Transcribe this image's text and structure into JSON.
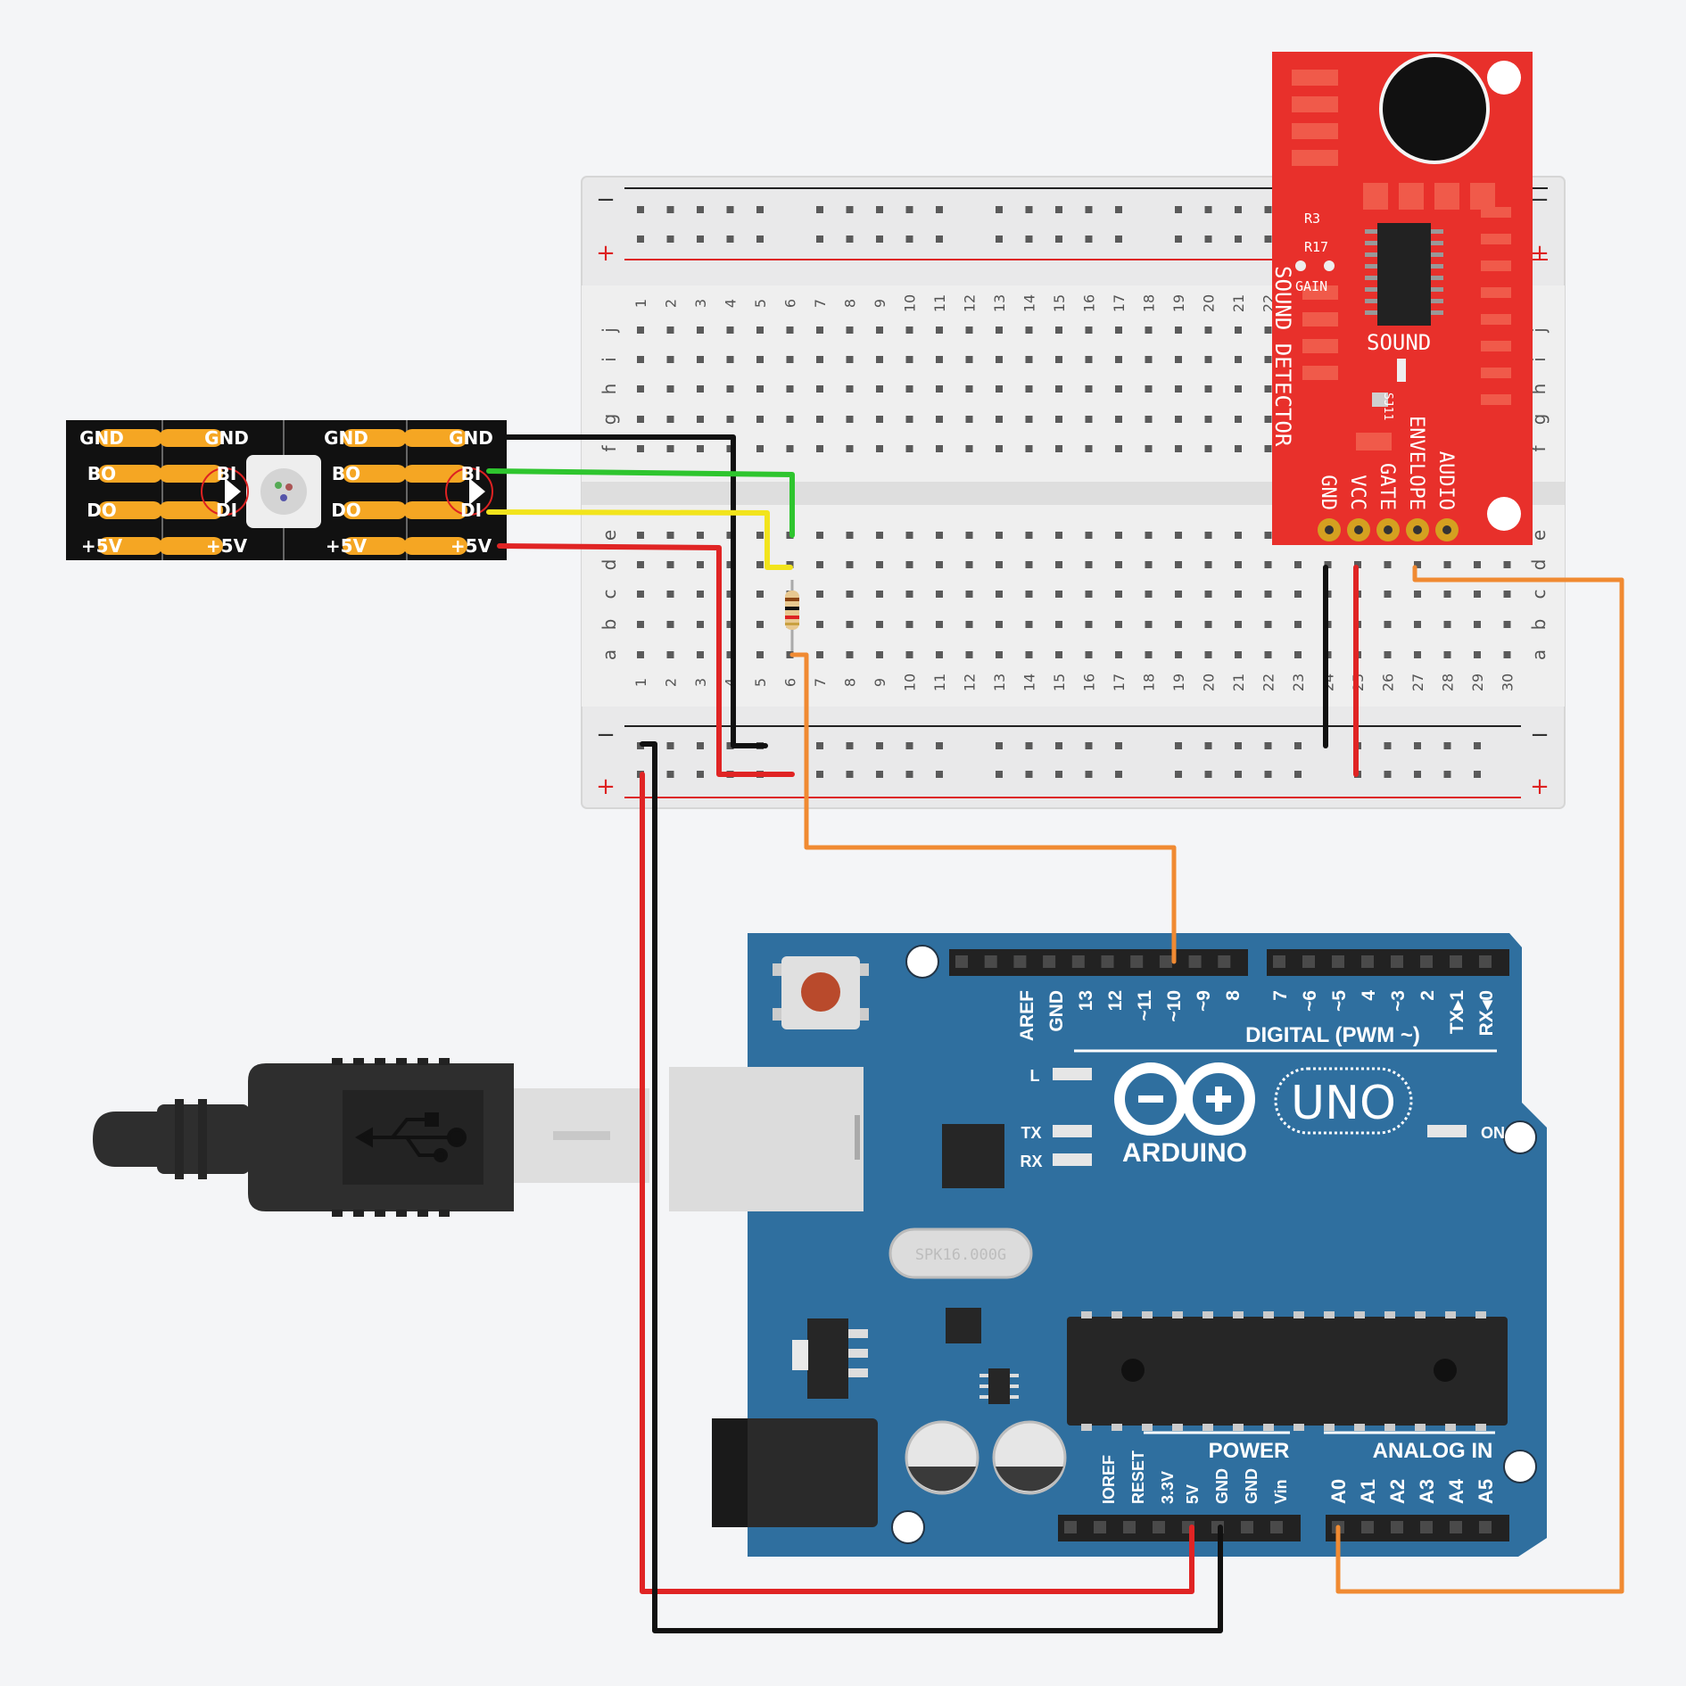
{
  "breadboard": {
    "rail_minus": "−",
    "rail_plus": "+",
    "row_letters_top": [
      "j",
      "i",
      "h",
      "g",
      "f"
    ],
    "row_letters_bottom": [
      "e",
      "d",
      "c",
      "b",
      "a"
    ],
    "columns": [
      "1",
      "2",
      "3",
      "4",
      "5",
      "6",
      "7",
      "8",
      "9",
      "10",
      "11",
      "12",
      "13",
      "14",
      "15",
      "16",
      "17",
      "18",
      "19",
      "20",
      "21",
      "22",
      "23",
      "24",
      "25",
      "26",
      "27",
      "28",
      "29",
      "30"
    ]
  },
  "led_strip": {
    "labels_row1": [
      "GND",
      "GND",
      "GND",
      "GND"
    ],
    "labels_row2": [
      "BO",
      "BI",
      "BO",
      "BI"
    ],
    "labels_row3": [
      "DO",
      "DI",
      "DO",
      "DI"
    ],
    "labels_row4": [
      "+5V",
      "+5V",
      "+5V",
      "+5V"
    ]
  },
  "sound_detector": {
    "r3": "R3",
    "r17": "R17",
    "gain": "GAIN",
    "title": "SOUND DETECTOR",
    "chip_label": "SOUND",
    "sj": "SJ11",
    "pins": [
      "GND",
      "VCC",
      "GATE",
      "ENVELOPE",
      "AUDIO"
    ]
  },
  "arduino": {
    "brand": "ARDUINO",
    "model": "UNO",
    "digital_label": "DIGITAL (PWM ~)",
    "digital_pins": [
      "AREF",
      "GND",
      "13",
      "12",
      "~11",
      "~10",
      "~9",
      "8",
      "7",
      "~6",
      "~5",
      "4",
      "~3",
      "2",
      "TX▸1",
      "RX◂0"
    ],
    "led_l": "L",
    "led_tx": "TX",
    "led_rx": "RX",
    "led_on": "ON",
    "crystal": "SPK16.000G",
    "power_label": "POWER",
    "power_pins": [
      "IOREF",
      "RESET",
      "3.3V",
      "5V",
      "GND",
      "GND",
      "Vin"
    ],
    "analog_label": "ANALOG IN",
    "analog_pins": [
      "A0",
      "A1",
      "A2",
      "A3",
      "A4",
      "A5"
    ]
  },
  "colors": {
    "wire_black": "#111111",
    "wire_red": "#e02424",
    "wire_green": "#2ec52e",
    "wire_yellow": "#f2e41c",
    "wire_orange": "#f08a32",
    "arduino_blue": "#2f6f9f",
    "sound_red": "#e8302b"
  }
}
